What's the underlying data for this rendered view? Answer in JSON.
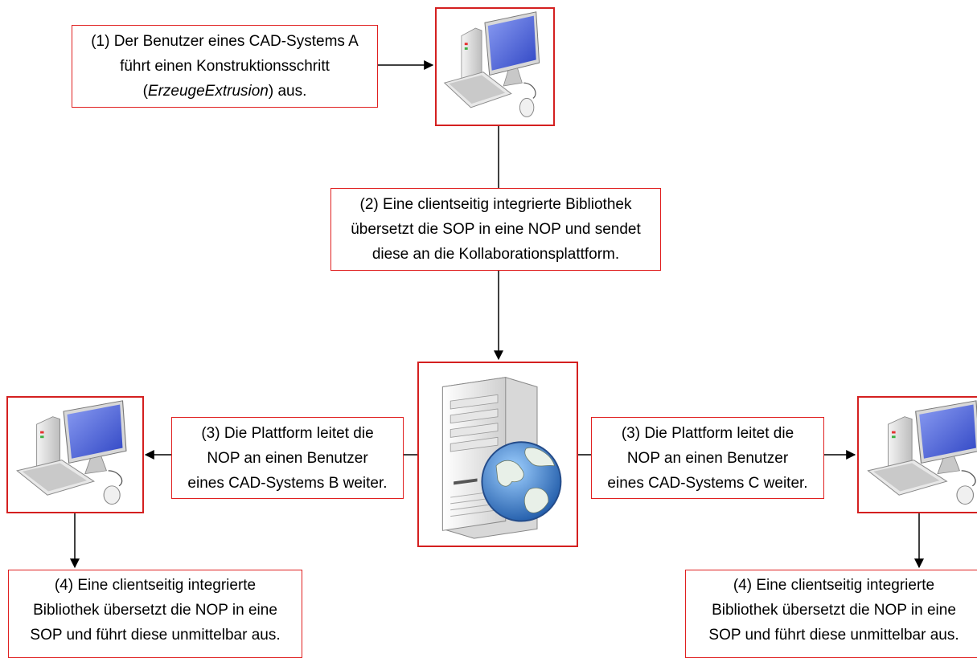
{
  "steps": {
    "step1": {
      "line1": "(1) Der Benutzer eines CAD-Systems A",
      "line2": "führt einen Konstruktionsschritt",
      "line3_open": "(",
      "line3_italic": "ErzeugeExtrusion",
      "line3_close": ") aus."
    },
    "step2": {
      "text": "(2) Eine clientseitig integrierte Bibliothek\nübersetzt die SOP in eine NOP und sendet\ndiese an die Kollaborationsplattform."
    },
    "step3_left": {
      "text": "(3) Die Plattform leitet die\nNOP an einen Benutzer\neines CAD-Systems B weiter."
    },
    "step3_right": {
      "text": "(3) Die Plattform leitet die\nNOP an einen Benutzer\neines CAD-Systems C weiter."
    },
    "step4_left": {
      "text": "(4) Eine clientseitig integrierte\nBibliothek übersetzt die NOP in eine\nSOP und führt diese unmittelbar aus."
    },
    "step4_right": {
      "text": "(4) Eine clientseitig integrierte\nBibliothek übersetzt die NOP in eine\nSOP und führt diese unmittelbar aus."
    }
  },
  "icons": {
    "client_a": "desktop-computer-icon",
    "client_b": "desktop-computer-icon",
    "client_c": "desktop-computer-icon",
    "server": "server-with-globe-icon"
  },
  "colors": {
    "box_border": "#e02020",
    "connector": "#000000",
    "screen": "#4a5fd0",
    "globe": "#3a78c8"
  }
}
